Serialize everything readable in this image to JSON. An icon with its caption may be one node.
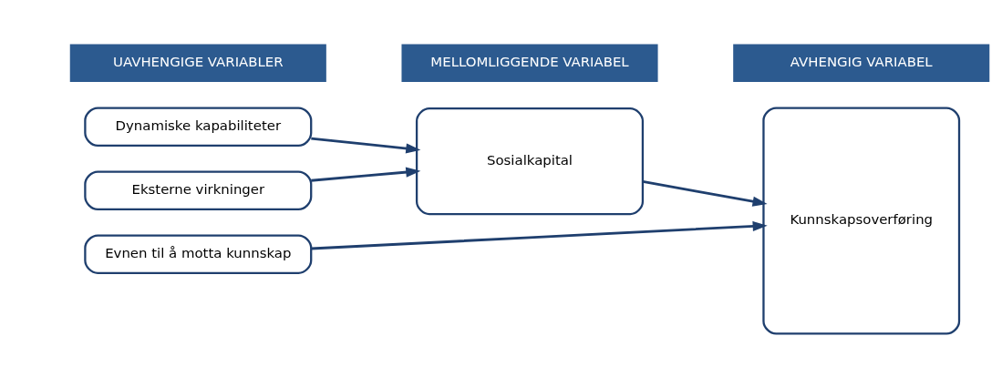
{
  "diagram": {
    "nodes": [
      {
        "text": [
          "Evnen til å motta kunnskap"
        ]
      },
      {
        "text": [
          "Dynamiske kapabiliteter"
        ]
      },
      {
        "text": [
          "Eksterne virkninger"
        ]
      },
      {
        "text": [
          "Sosialkapital"
        ]
      },
      {
        "text": [
          "Kunnskapsoverføring"
        ]
      }
    ],
    "edges": [
      {
        "from": 0,
        "to": 4,
        "arrow": "to"
      },
      {
        "from": 1,
        "to": 3,
        "arrow": "to"
      },
      {
        "from": 2,
        "to": 3,
        "arrow": "to"
      },
      {
        "from": 3,
        "to": 4,
        "arrow": "to"
      }
    ],
    "labels": [
      "UAVHENGIGE VARIABLER",
      "MELLOMLIGGENDE VARIABEL",
      "AVHENGIG VARIABEL"
    ]
  }
}
